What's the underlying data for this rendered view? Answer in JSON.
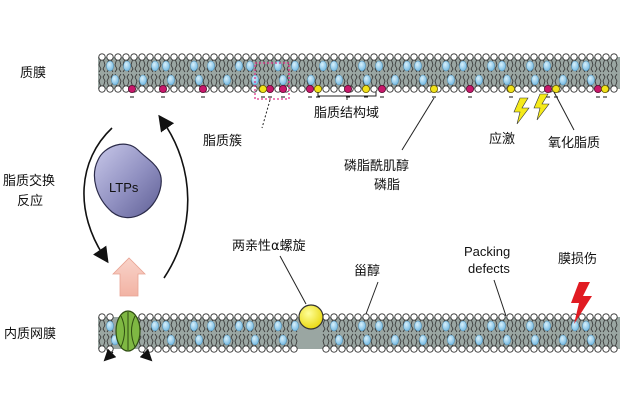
{
  "labels": {
    "plasma_membrane": "质膜",
    "er_membrane": "内质网膜",
    "lipid_exchange_line1": "脂质交换",
    "lipid_exchange_line2": "反应",
    "ltps": "LTPs",
    "lipid_cluster": "脂质簇",
    "lipid_domain": "脂质结构域",
    "pi_line1": "磷脂酰肌醇",
    "pi_line2": "磷脂",
    "stress": "应激",
    "oxidized_lipid": "氧化脂质",
    "amphipathic_helix": "两亲性α螺旋",
    "sterol": "甾醇",
    "packing_line1": "Packing",
    "packing_line2": "defects",
    "membrane_damage": "膜损伤"
  },
  "colors": {
    "membrane_band": "#9aa6a2",
    "headgroup_fill": "#ffffff",
    "headgroup_stroke": "#333333",
    "tail": "#333333",
    "sterol": "#8ec7ea",
    "pink_lipid": "#c8186b",
    "yellow_lipid": "#f2e21a",
    "ltp_fill": "#8f8fc0",
    "arrow_pink": "#f6c4b8",
    "lightning_yellow": "#f5ea1a",
    "lightning_red": "#e11b22",
    "channel_green": "#7fb843",
    "cluster_box": "#e0348a"
  },
  "icons": {
    "stress": "lightning-bolt-icon",
    "damage": "lightning-bolt-icon",
    "channel": "membrane-protein-icon"
  }
}
